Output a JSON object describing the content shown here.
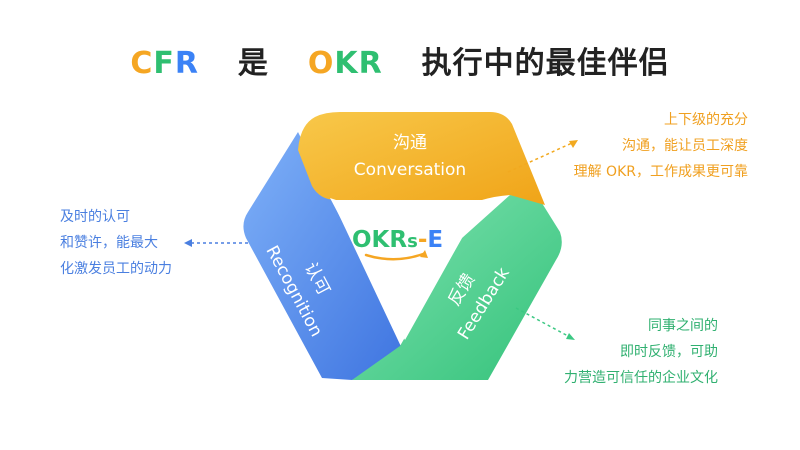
{
  "title": {
    "letters_cfr": [
      "C",
      "F",
      "R"
    ],
    "part2": "是",
    "letters_okr": [
      "O",
      "K",
      "R"
    ],
    "part4": "执行中的最佳伴侣"
  },
  "colors": {
    "orange": "#f2a91f",
    "blue": "#4a7fe0",
    "green": "#3cc883",
    "letter_orange": "#f5a623",
    "letter_blue": "#3b82f6",
    "letter_green": "#2fbf71"
  },
  "segments": {
    "top": {
      "title": "沟通",
      "subtitle": "Conversation"
    },
    "left": {
      "title": "认可",
      "subtitle": "Recognition"
    },
    "right": {
      "title": "反馈",
      "subtitle": "Feedback"
    }
  },
  "center_logo": {
    "okr": "OKR",
    "s": "s",
    "dash": "-",
    "e": "E"
  },
  "notes": {
    "top": [
      "上下级的充分",
      "沟通，能让员工深度",
      "理解 OKR，工作成果更可靠"
    ],
    "left": [
      "及时的认可",
      "和赞许，能最大",
      "化激发员工的动力"
    ],
    "right": [
      "同事之间的",
      "即时反馈，可助",
      "力营造可信任的企业文化"
    ]
  }
}
